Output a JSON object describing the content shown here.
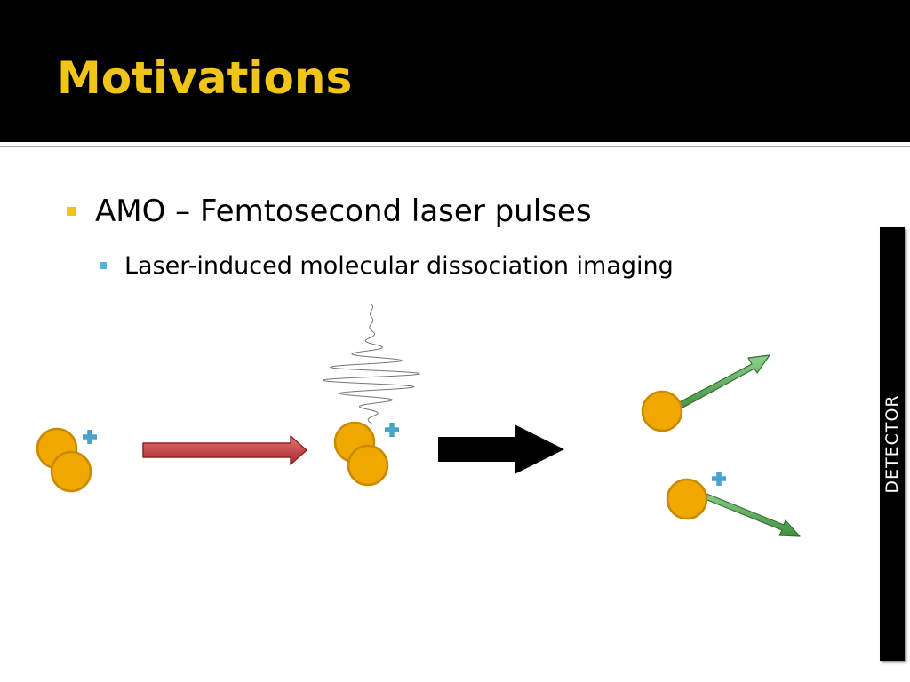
{
  "slide": {
    "title": "Motivations",
    "colors": {
      "header_background": "#000000",
      "title": "#f0c419",
      "bullet_level1": "#f0c419",
      "bullet_level2": "#4db8d8",
      "atom_fill": "#f0a800",
      "atom_stroke": "#c78a00",
      "ion_plus": "#4aa3c8",
      "beam_arrow": "#c0393b",
      "process_arrow": "#000000",
      "fragment_arrow": "#5ca75c",
      "detector_background": "#000000",
      "detector_text": "#ffffff"
    }
  },
  "bullets": [
    {
      "level": 1,
      "text": "AMO – Femtosecond laser pulses",
      "children": [
        {
          "level": 2,
          "text": "Laser-induced molecular dissociation imaging"
        }
      ]
    }
  ],
  "diagram": {
    "stages": [
      "incoming-molecular-ion",
      "laser-pulse-interaction",
      "dissociated-fragments"
    ],
    "icons": {
      "atom": "atom-icon",
      "ion_charge": "plus-icon",
      "laser_pulse": "laser-pulse-waveform",
      "beam_arrow": "arrow-right-icon",
      "process_arrow": "arrow-right-icon",
      "fragment_arrow": "arrow-icon"
    }
  },
  "detector": {
    "label": "DETECTOR"
  }
}
